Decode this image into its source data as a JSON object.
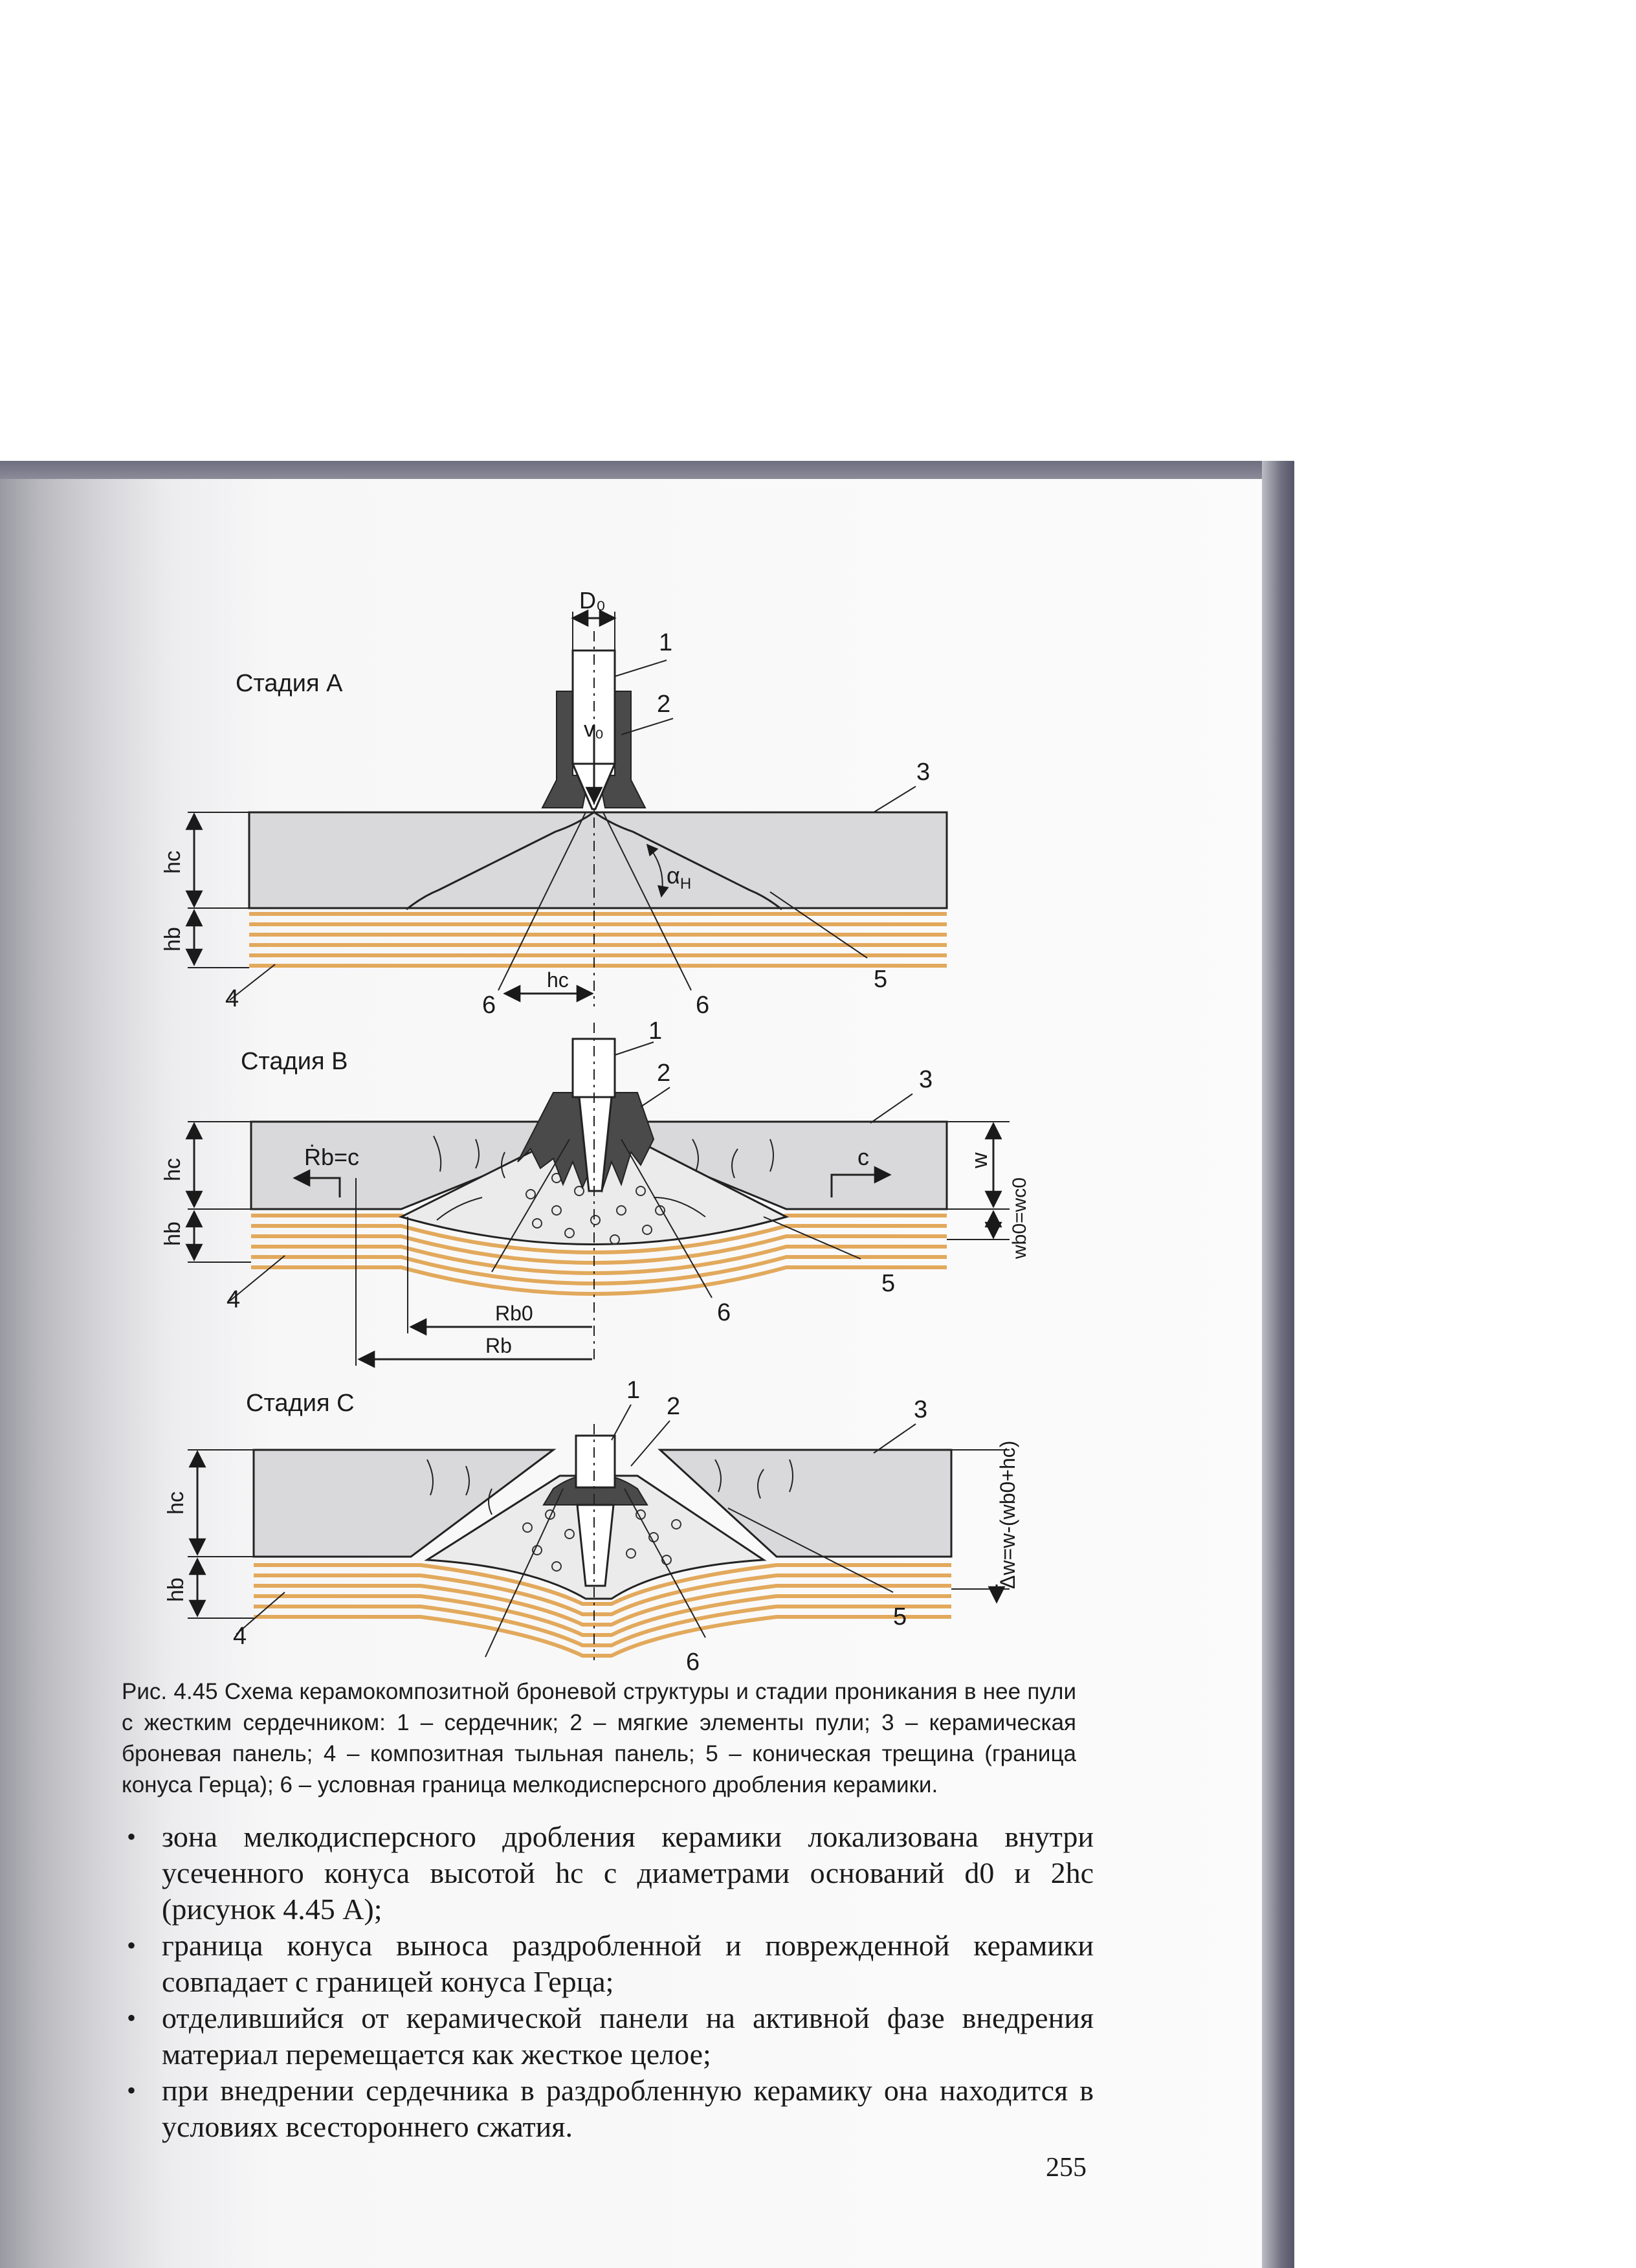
{
  "figure": {
    "stage_a": {
      "title": "Стадия А",
      "d0": "D₀",
      "v": "v₀",
      "alpha": "α",
      "alpha_sub": "H",
      "hc": "hc",
      "hb": "hb",
      "hc_bottom": "hc",
      "num1": "1",
      "num2": "2",
      "num3": "3",
      "num4": "4",
      "num5": "5",
      "num6a": "6",
      "num6b": "6"
    },
    "stage_b": {
      "title": "Стадия В",
      "rbc": "Ṙb=c",
      "c": "c",
      "w": "w",
      "wb0": "wb0=wc0",
      "hc": "hc",
      "hb": "hb",
      "rb0": "Rb0",
      "rb": "Rb",
      "num1": "1",
      "num2": "2",
      "num3": "3",
      "num4": "4",
      "num5": "5",
      "num6": "6"
    },
    "stage_c": {
      "title": "Стадия С",
      "dw": "Δw=w-(wb0+hc)",
      "hc": "hc",
      "hb": "hb",
      "num1": "1",
      "num2": "2",
      "num3": "3",
      "num4": "4",
      "num5": "5",
      "num6": "6"
    }
  },
  "caption": "Рис. 4.45   Схема керамокомпозитной броневой структуры и стадии проникания в нее пули с жестким сердечником: 1 – сердечник; 2 – мягкие элементы пули; 3 – керамическая броневая панель; 4 – композитная тыльная панель; 5 – коническая трещина (граница конуса Герца); 6 – условная граница мелкодисперсного дробления керамики.",
  "bullets": [
    "зона мелкодисперсного дробления керамики локализована внутри усеченного конуса высотой hc с диаметрами оснований d0 и 2hc (рисунок 4.45 А);",
    "граница конуса выноса раздробленной и поврежденной керамики совпадает с границей конуса Герца;",
    "отделившийся от керамической панели на активной фазе внедрения материал перемещается как жесткое целое;",
    "при внедрении сердечника в раздробленную керамику она находится в условиях всестороннего сжатия."
  ],
  "page_number": "255",
  "colors": {
    "ceramic": "#d9d9d9",
    "composite": "#e8b26a",
    "bullet_jacket": "#4a4a4a",
    "page_edge": "#6e6e80"
  }
}
